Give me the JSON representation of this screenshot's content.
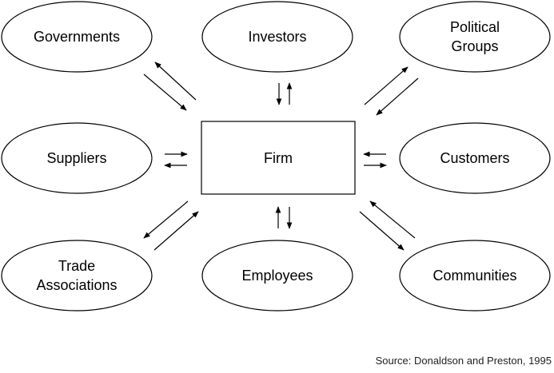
{
  "diagram": {
    "center": {
      "label": "Firm"
    },
    "stakeholders": [
      {
        "id": "governments",
        "lines": [
          "Governments"
        ]
      },
      {
        "id": "investors",
        "lines": [
          "Investors"
        ]
      },
      {
        "id": "political-groups",
        "lines": [
          "Political",
          "Groups"
        ]
      },
      {
        "id": "suppliers",
        "lines": [
          "Suppliers"
        ]
      },
      {
        "id": "customers",
        "lines": [
          "Customers"
        ]
      },
      {
        "id": "trade-associations",
        "lines": [
          "Trade",
          "Associations"
        ]
      },
      {
        "id": "employees",
        "lines": [
          "Employees"
        ]
      },
      {
        "id": "communities",
        "lines": [
          "Communities"
        ]
      }
    ],
    "source": "Source:  Donaldson and Preston, 1995"
  }
}
